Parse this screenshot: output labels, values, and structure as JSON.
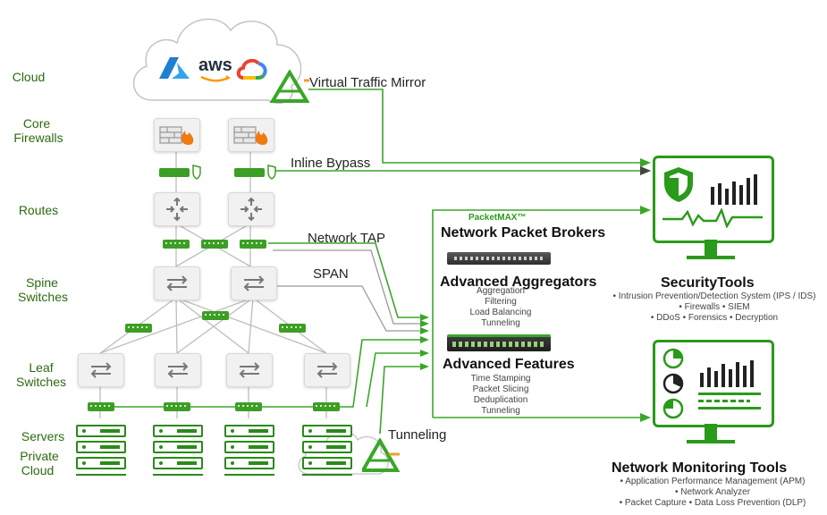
{
  "layers": {
    "cloud": "Cloud",
    "core": "Core",
    "firewalls": "Firewalls",
    "routes": "Routes",
    "spine": "Spine",
    "spine_switches": "Switches",
    "leaf": "Leaf",
    "leaf_switches": "Switches",
    "servers": "Servers",
    "private": "Private",
    "private_cloud": "Cloud"
  },
  "cloud": {
    "aws": "aws"
  },
  "access": {
    "virtual_traffic_mirror": "Virtual Traffic Mirror",
    "inline_bypass": "Inline Bypass",
    "network_tap": "Network TAP",
    "span": "SPAN",
    "tunneling": "Tunneling"
  },
  "npb": {
    "packetmax": "PacketMAX™",
    "title": "Network Packet Brokers",
    "advanced_aggregators": "Advanced Aggregators",
    "aggregators_items": [
      "Aggregation",
      "Filtering",
      "Load Balancing",
      "Tunneling"
    ],
    "advanced_features": "Advanced Features",
    "features_items": [
      "Time Stamping",
      "Packet Slicing",
      "Deduplication",
      "Tunneling"
    ]
  },
  "security": {
    "title": "SecurityTools",
    "items": [
      "• Intrusion Prevention/Detection System (IPS / IDS)",
      "• Firewalls • SIEM",
      "• DDoS • Forensics • Decryption"
    ]
  },
  "monitoring": {
    "title": "Network Monitoring Tools",
    "items": [
      "• Application Performance Management (APM)",
      "• Network Analyzer",
      "• Packet Capture • Data Loss Prevention (DLP)"
    ]
  },
  "colors": {
    "accent": "#3aa628",
    "dark_green": "#2a8a1a",
    "line_grey": "#b5b5b5"
  }
}
